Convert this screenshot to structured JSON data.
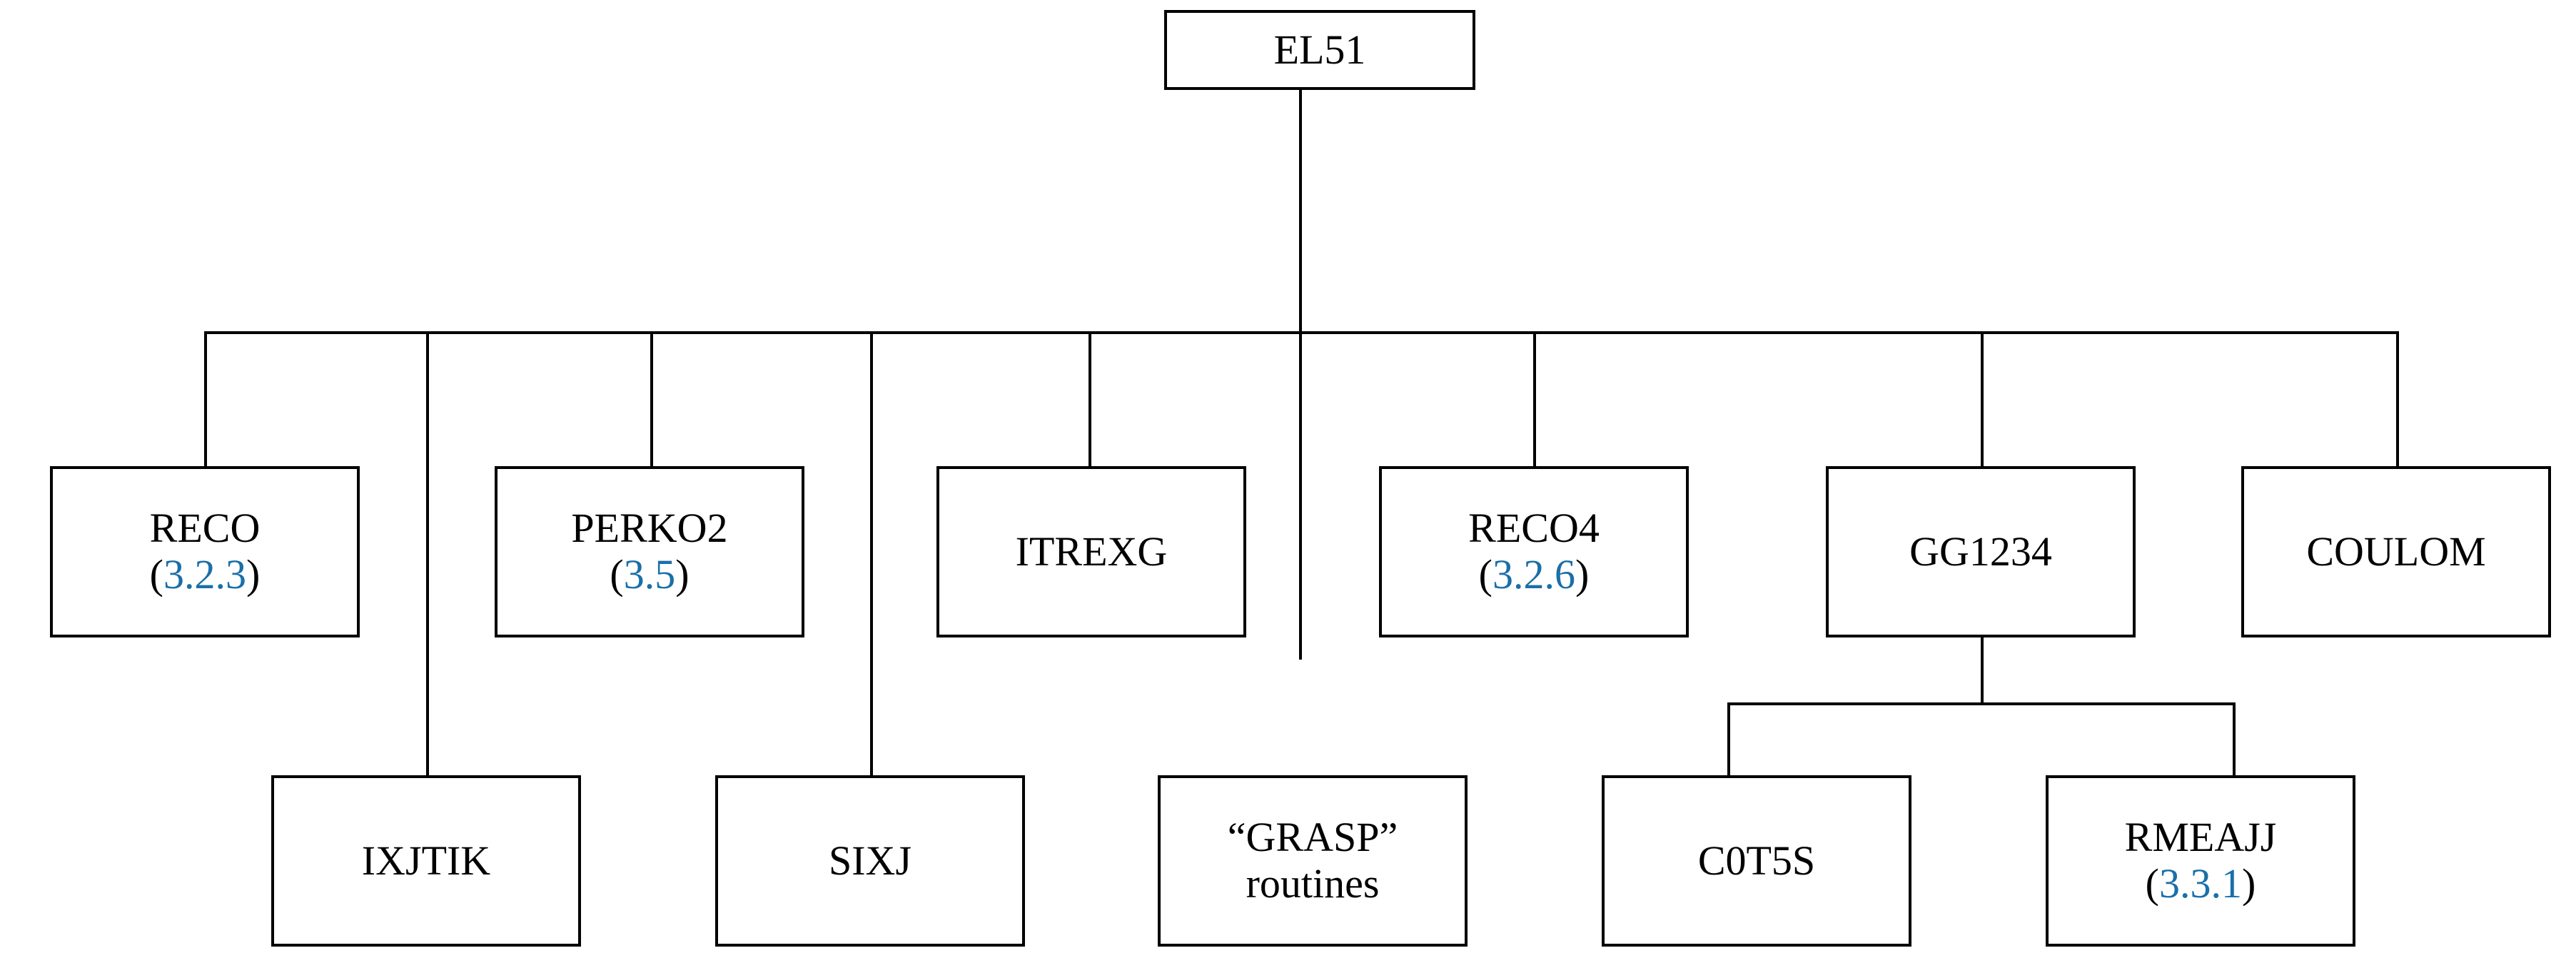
{
  "diagram": {
    "type": "call-tree",
    "title": "EL51 subroutine call tree",
    "accent_color": "#1a6fa8",
    "line_color": "#000000",
    "background_color": "#ffffff"
  },
  "nodes": {
    "root": {
      "label": "EL51",
      "ref": "",
      "ref_open": "",
      "ref_close": ""
    },
    "reco": {
      "label": "RECO",
      "ref": "3.2.3",
      "ref_open": "(",
      "ref_close": ")"
    },
    "perko2": {
      "label": "PERKO2",
      "ref": "3.5",
      "ref_open": "(",
      "ref_close": ")"
    },
    "itrexg": {
      "label": "ITREXG",
      "ref": "",
      "ref_open": "",
      "ref_close": ""
    },
    "reco4": {
      "label": "RECO4",
      "ref": "3.2.6",
      "ref_open": "(",
      "ref_close": ")"
    },
    "gg1234": {
      "label": "GG1234",
      "ref": "",
      "ref_open": "",
      "ref_close": ""
    },
    "coulom": {
      "label": "COULOM",
      "ref": "",
      "ref_open": "",
      "ref_close": ""
    },
    "ixjtik": {
      "label": "IXJTIK",
      "ref": "",
      "ref_open": "",
      "ref_close": ""
    },
    "sixj": {
      "label": "SIXJ",
      "ref": "",
      "ref_open": "",
      "ref_close": ""
    },
    "grasp": {
      "label": "“GRASP”",
      "label2": "routines",
      "ref": "",
      "ref_open": "",
      "ref_close": ""
    },
    "c0t5s": {
      "label": "C0T5S",
      "ref": "",
      "ref_open": "",
      "ref_close": ""
    },
    "rmeajj": {
      "label": "RMEAJJ",
      "ref": "3.3.1",
      "ref_open": "(",
      "ref_close": ")"
    }
  },
  "edges": [
    {
      "from": "root",
      "to": "reco"
    },
    {
      "from": "root",
      "to": "perko2"
    },
    {
      "from": "root",
      "to": "itrexg"
    },
    {
      "from": "root",
      "to": "reco4"
    },
    {
      "from": "root",
      "to": "gg1234"
    },
    {
      "from": "root",
      "to": "coulom"
    },
    {
      "from": "root",
      "to": "ixjtik"
    },
    {
      "from": "root",
      "to": "sixj"
    },
    {
      "from": "root",
      "to": "grasp"
    },
    {
      "from": "gg1234",
      "to": "c0t5s"
    },
    {
      "from": "gg1234",
      "to": "rmeajj"
    }
  ]
}
